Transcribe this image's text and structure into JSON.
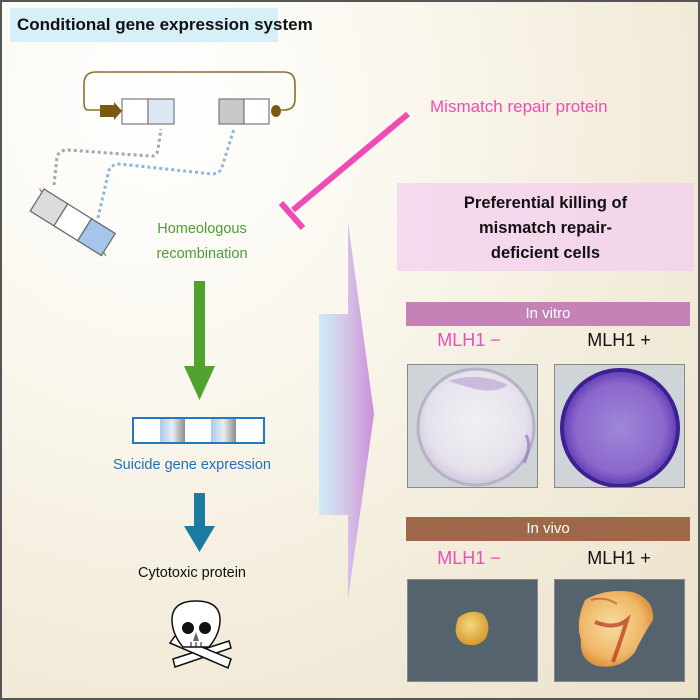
{
  "title": "Conditional gene expression system",
  "labels": {
    "mismatch_repair_protein": "Mismatch repair protein",
    "homeologous_recombination_line1": "Homeologous",
    "homeologous_recombination_line2": "recombination",
    "suicide_gene_expression": "Suicide gene expression",
    "cytotoxic_protein": "Cytotoxic protein"
  },
  "result_box": {
    "line1": "Preferential killing of",
    "line2": "mismatch repair-",
    "line3": "deficient cells"
  },
  "in_vitro": {
    "band_label": "In vitro",
    "conditions": [
      {
        "label": "MLH1 −",
        "photo": "culture-dish-sparse-stain"
      },
      {
        "label": "MLH1 +",
        "photo": "culture-dish-dense-stain"
      }
    ]
  },
  "in_vivo": {
    "band_label": "In vivo",
    "conditions": [
      {
        "label": "MLH1 −",
        "photo": "small-tumor"
      },
      {
        "label": "MLH1 +",
        "photo": "large-tumor"
      }
    ]
  },
  "icons": {
    "inhibition": "t-bar-inhibition-arrow",
    "skull": "skull-and-crossbones"
  },
  "colors": {
    "title_bg": "#d7eff7",
    "mismatch_pink": "#f04bb5",
    "recombination_green": "#4aa030",
    "suicide_blue": "#1f6fbf",
    "teal_arrow": "#1b7aa0",
    "in_vitro_band": "#c482b6",
    "in_vivo_band": "#9f6848",
    "result_box_bg": "#f5d8ec",
    "construct_brown": "#7a5a10"
  }
}
